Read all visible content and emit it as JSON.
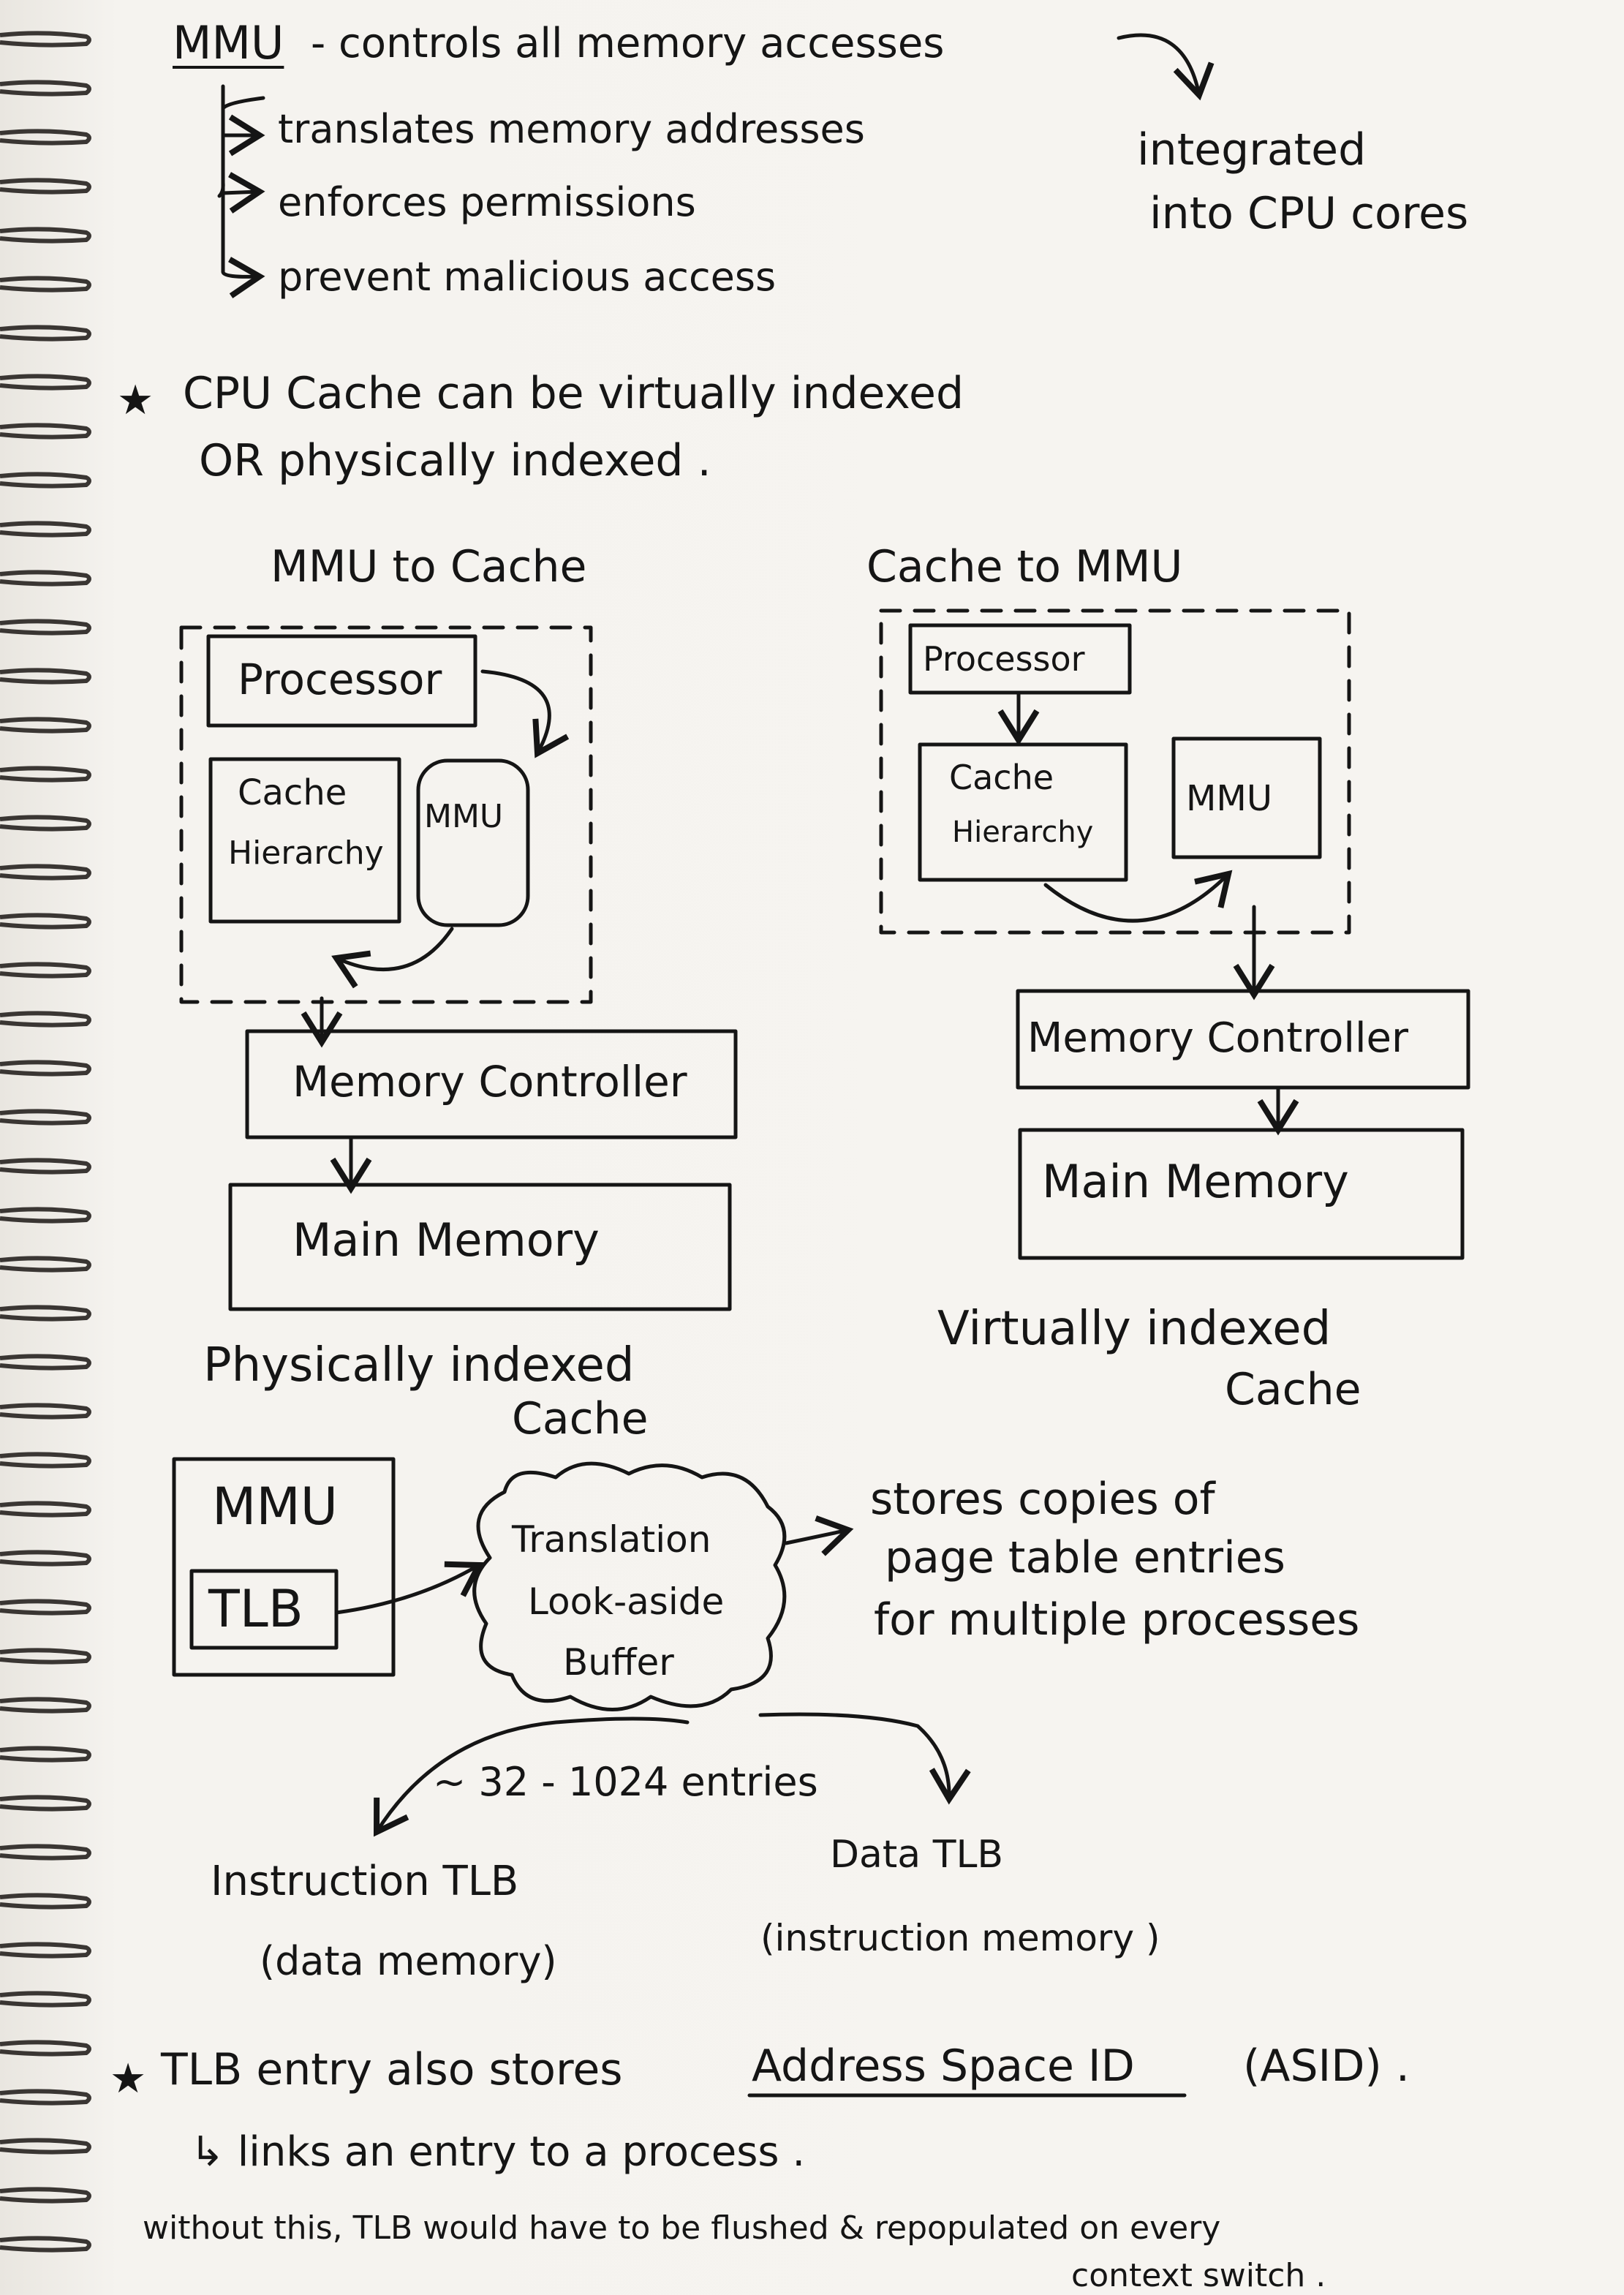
{
  "intro": {
    "mmu_heading": "MMU",
    "mmu_desc": "- controls all memory accesses",
    "bullets": [
      "translates memory addresses",
      "enforces permissions",
      "prevent malicious access"
    ],
    "side_note": [
      "integrated",
      "into CPU cores"
    ]
  },
  "cache_note": {
    "star": "★",
    "line1": "CPU Cache can be virtually indexed",
    "line2": "OR physically indexed ."
  },
  "left_diagram": {
    "title": "MMU to Cache",
    "processor": "Processor",
    "cache": [
      "Cache",
      "Hierarchy"
    ],
    "mmu": "MMU",
    "memory_controller": "Memory Controller",
    "main_memory": "Main Memory",
    "caption": [
      "Physically indexed",
      "Cache"
    ]
  },
  "right_diagram": {
    "title": "Cache to MMU",
    "processor": "Processor",
    "cache": [
      "Cache",
      "Hierarchy"
    ],
    "mmu": "MMU",
    "memory_controller": "Memory Controller",
    "main_memory": "Main Memory",
    "caption": [
      "Virtually indexed",
      "Cache"
    ]
  },
  "tlb_section": {
    "mmu_box": "MMU",
    "tlb_box": "TLB",
    "cloud": [
      "Translation",
      "Look-aside",
      "Buffer"
    ],
    "stores_note": [
      "stores copies of",
      "page table entries",
      "for multiple processes"
    ],
    "entries": "~ 32 - 1024 entries",
    "instruction_tlb": "Instruction TLB",
    "instruction_sub": "(data memory)",
    "data_tlb": "Data TLB",
    "data_sub": "(instruction memory )"
  },
  "asid_note": {
    "star": "★",
    "line1_pre": "TLB entry also stores",
    "line1_ul": "Address Space ID",
    "line1_post": "(ASID) .",
    "line2": "↳ links an entry to a process .",
    "line3": "without this, TLB would have to be flushed & repopulated on every",
    "line4": "context switch ."
  },
  "colors": {
    "ink": "#151515",
    "paper": "#f4f2ee",
    "binding": "#3a3633"
  }
}
